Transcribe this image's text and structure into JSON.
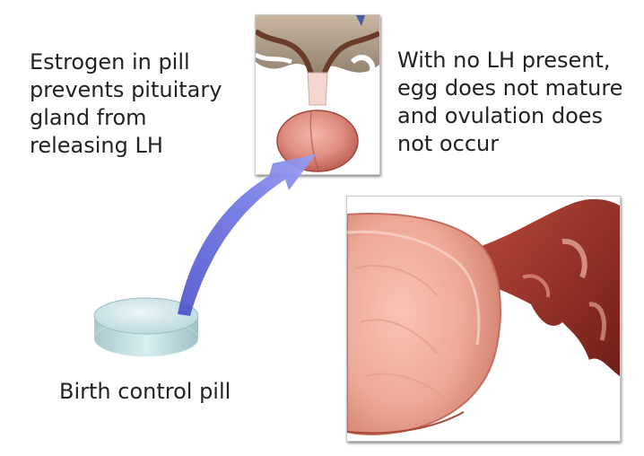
{
  "labels": {
    "left_lines": [
      "Estrogen in pill",
      "prevents pituitary",
      "gland from",
      "releasing LH"
    ],
    "right_lines": [
      "With no LH present,",
      "egg does not mature",
      "and ovulation does",
      "not occur"
    ],
    "pill": "Birth control pill"
  },
  "illustrations": {
    "pituitary": "pituitary-gland-illustration",
    "ovary": "ovary-illustration",
    "pill": "pill-illustration",
    "arrow": "arrow-icon"
  },
  "colors": {
    "arrow": "#6f74e0",
    "tissue": "#e59a8e",
    "tissue_dark": "#7a2b22",
    "pill": "#c7dfe3",
    "text": "#222222"
  }
}
